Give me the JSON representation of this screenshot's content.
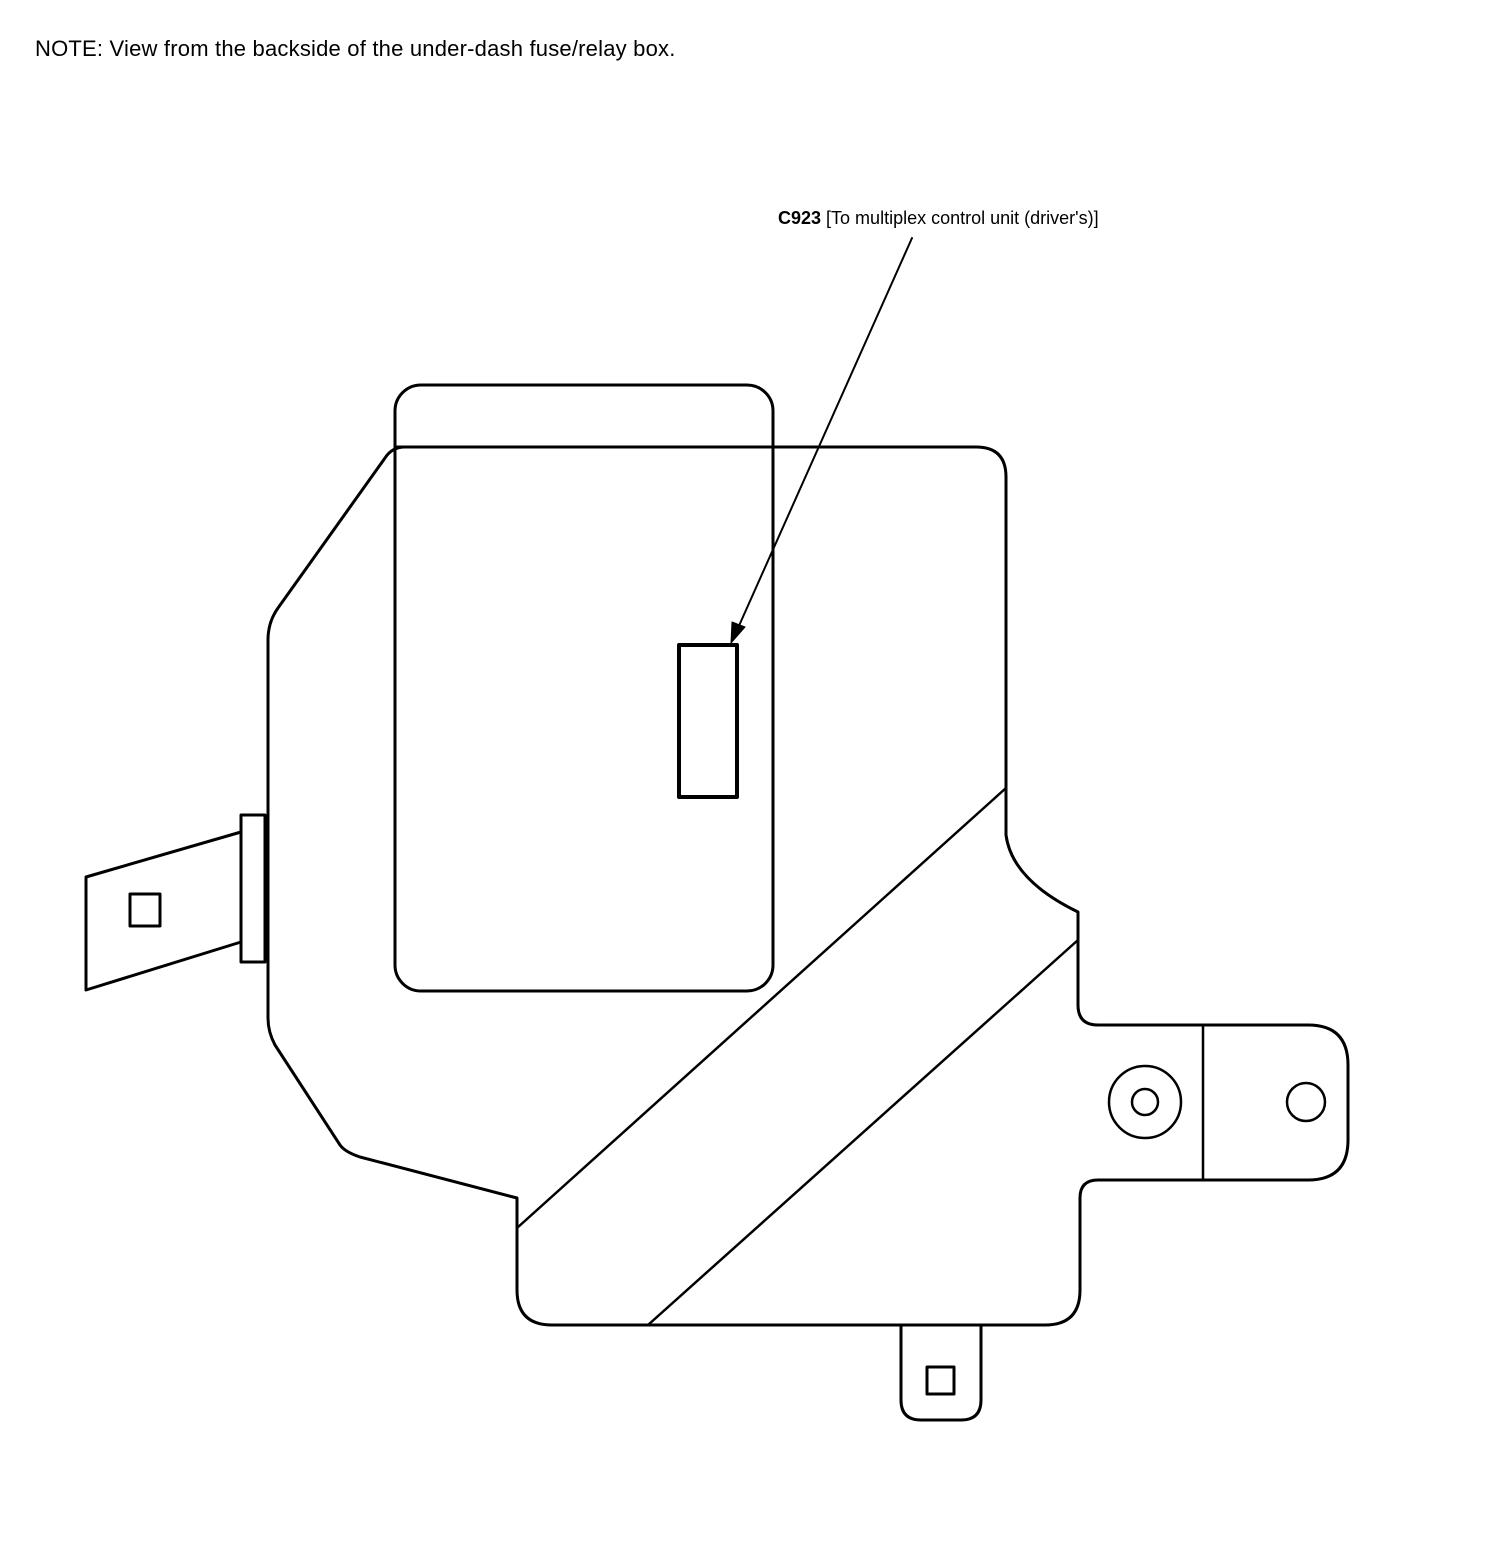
{
  "note": "NOTE:  View from the backside of the under-dash fuse/relay box.",
  "callout": {
    "code": "C923",
    "description": "[To multiplex control unit (driver's)]"
  },
  "colors": {
    "line": "#000000",
    "background": "#ffffff"
  }
}
